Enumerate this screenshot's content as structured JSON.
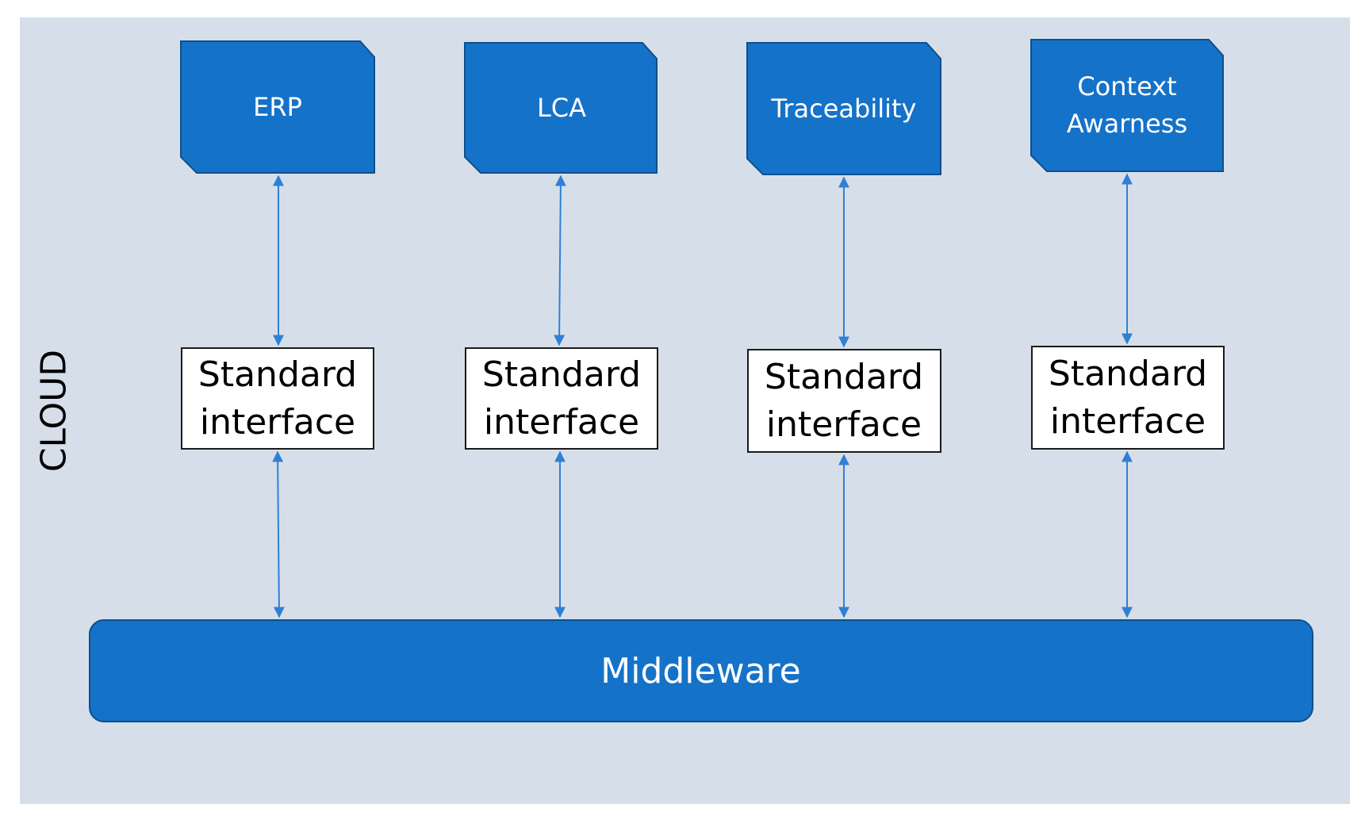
{
  "diagram": {
    "cloud_label": "CLOUD",
    "applications": [
      {
        "label": "ERP"
      },
      {
        "label": "LCA"
      },
      {
        "label": "Traceability"
      },
      {
        "label": "Context\nAwarness"
      }
    ],
    "interfaces": [
      {
        "label": "Standard\ninterface"
      },
      {
        "label": "Standard\ninterface"
      },
      {
        "label": "Standard\ninterface"
      },
      {
        "label": "Standard\ninterface"
      }
    ],
    "middleware_label": "Middleware",
    "colors": {
      "background": "#d6dfe9",
      "box_fill": "#1572c9",
      "box_border": "#0e4f8c",
      "arrow": "#2f7fd6",
      "interface_fill": "#ffffff",
      "interface_border": "#1a1a1a"
    }
  }
}
